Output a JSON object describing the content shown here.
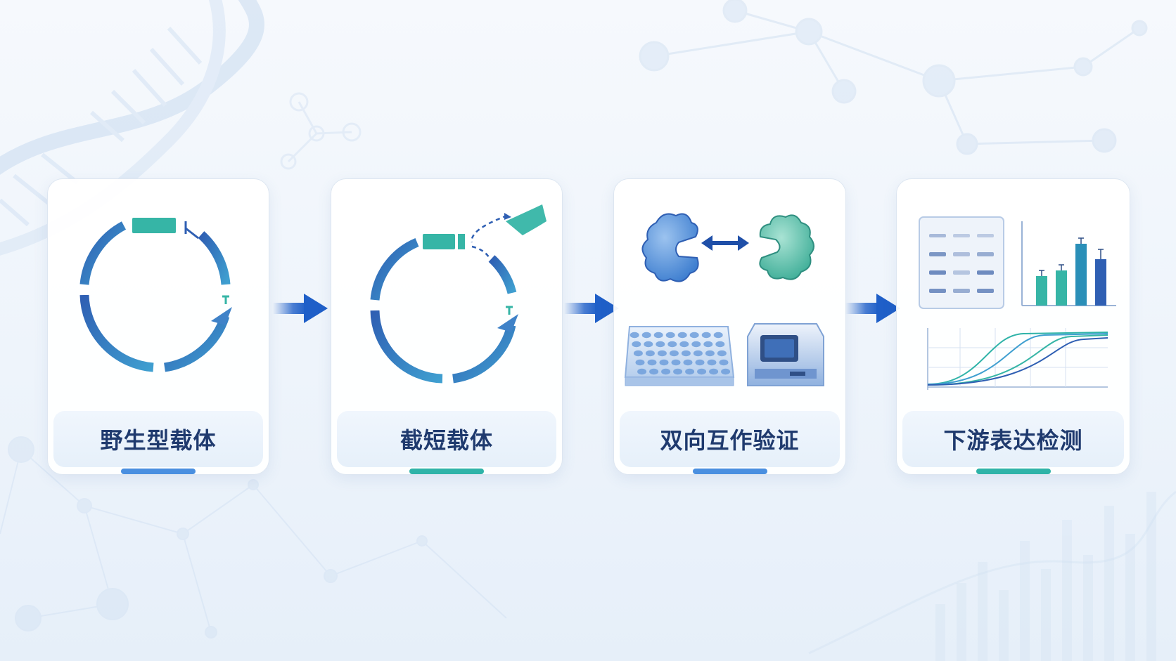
{
  "steps": [
    {
      "label": "野生型载体",
      "accent": "#4a8fe0"
    },
    {
      "label": "截短载体",
      "accent": "#2fb3a8"
    },
    {
      "label": "双向互作验证",
      "accent": "#4a8fe0"
    },
    {
      "label": "下游表达检测",
      "accent": "#2fb3a8"
    }
  ],
  "plasmid_marker": "T",
  "colors": {
    "dark_blue": "#2f5fb3",
    "mid_blue": "#3f82c8",
    "teal": "#36b5a6",
    "arrow": "#1f5fc8",
    "label_text": "#1f3a6e"
  }
}
